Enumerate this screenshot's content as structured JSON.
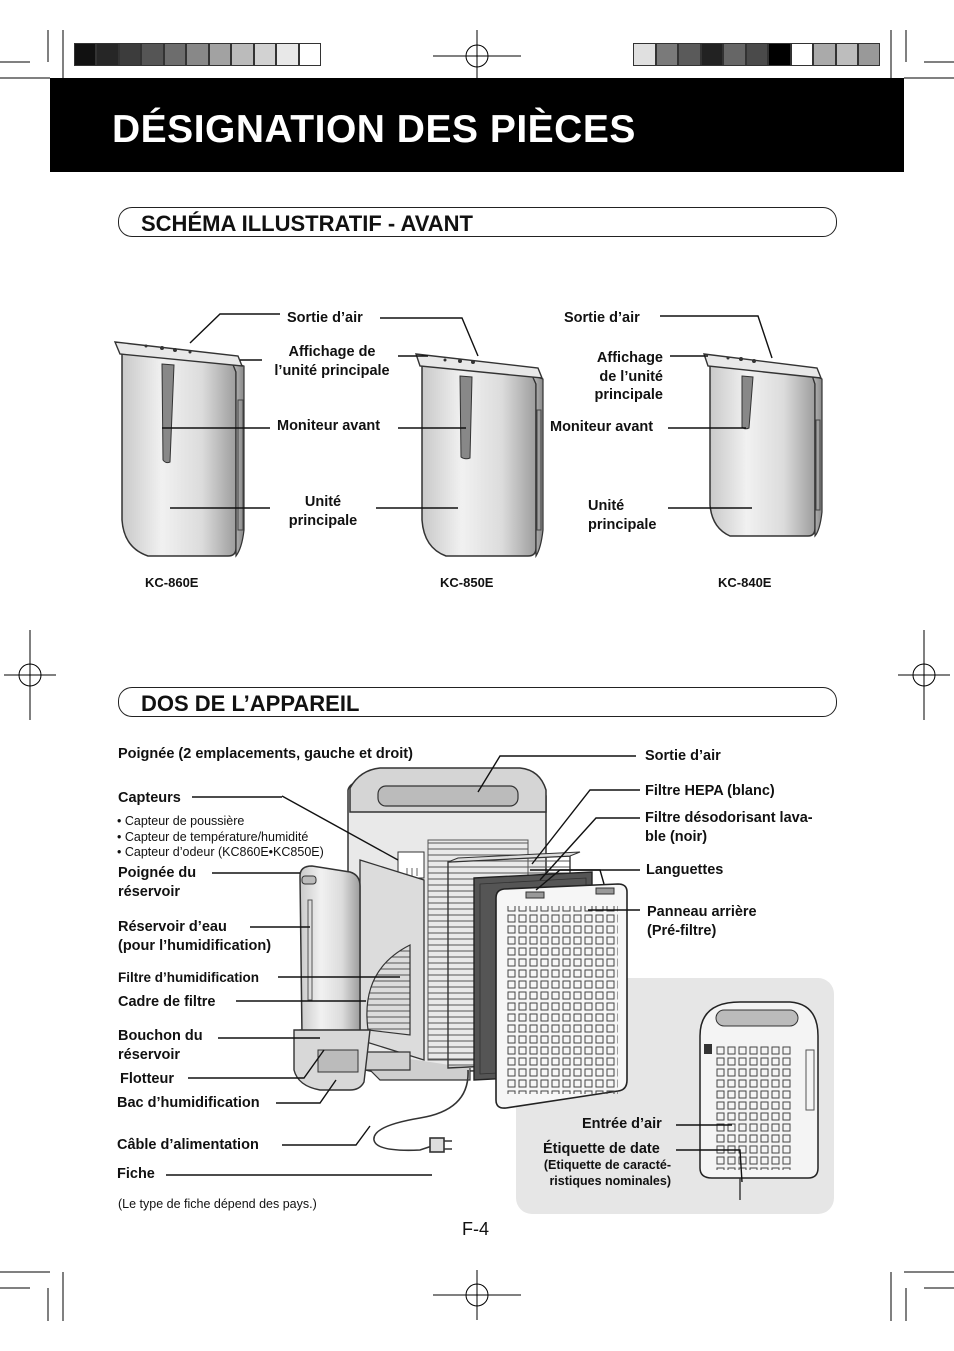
{
  "page": {
    "title": "DÉSIGNATION DES PIÈCES",
    "page_number": "F-4"
  },
  "front": {
    "section_title": "SCHÉMA ILLUSTRATIF - AVANT",
    "left_air_outlet": "Sortie d’air",
    "right_air_outlet": "Sortie d’air",
    "left_display": [
      "Affichage de",
      "l’unité principale"
    ],
    "right_display": [
      "Affichage",
      "de l’unité",
      "principale"
    ],
    "left_monitor": "Moniteur avant",
    "right_monitor": "Moniteur avant",
    "left_unit": [
      "Unité",
      "principale"
    ],
    "right_unit": [
      "Unité",
      "principale"
    ],
    "models": [
      "KC-860E",
      "KC-850E",
      "KC-840E"
    ]
  },
  "back": {
    "section_title": "DOS DE L’APPAREIL",
    "handle": "Poignée (2 emplacements, gauche et droit)",
    "sensors": "Capteurs",
    "sensor_items": [
      "• Capteur de poussière",
      "• Capteur de température/humidité",
      "• Capteur d’odeur (KC860E•KC850E)"
    ],
    "tank_handle": [
      "Poignée du",
      "réservoir"
    ],
    "water_tank": [
      "Réservoir d’eau",
      "(pour l’humidification)"
    ],
    "humidifying_filter": "Filtre d’humidification",
    "filter_frame": "Cadre de filtre",
    "tank_cap": [
      "Bouchon du",
      "réservoir"
    ],
    "float": "Flotteur",
    "humidifying_tray": "Bac d’humidification",
    "power_cord": "Câble d’alimentation",
    "plug": "Fiche",
    "plug_note": "(Le type de fiche dépend des pays.)",
    "air_outlet": "Sortie d’air",
    "hepa_filter": "Filtre HEPA (blanc)",
    "deodorizing_filter": [
      "Filtre désodorisant lava-",
      "ble (noir)"
    ],
    "tabs": "Languettes",
    "back_panel": [
      "Panneau arrière",
      "(Pré-filtre)"
    ],
    "air_inlet": "Entrée d’air",
    "date_label": "Étiquette de date",
    "date_label_note": [
      "(Etiquette de caracté-",
      "ristiques nominales)"
    ]
  }
}
